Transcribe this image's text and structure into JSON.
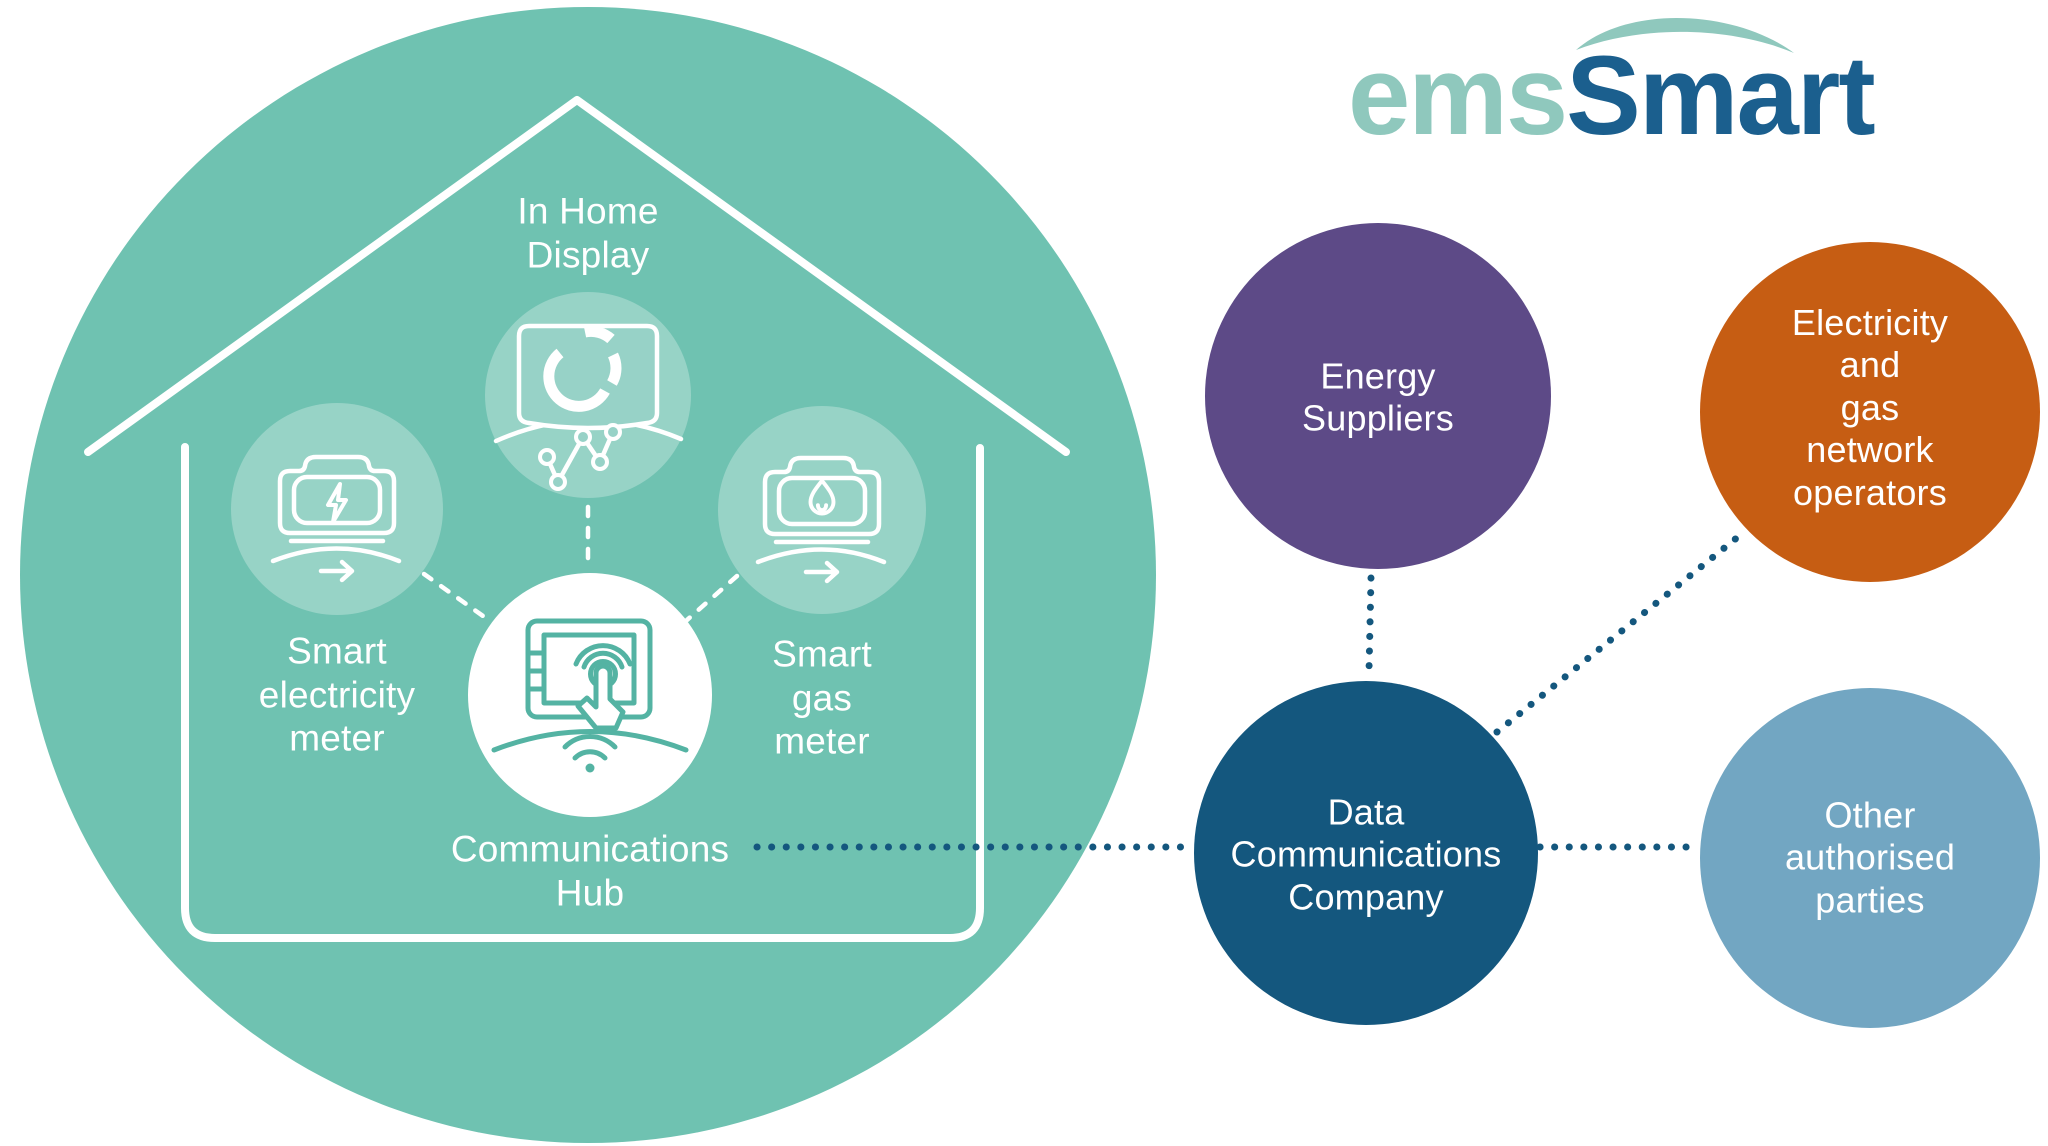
{
  "logo": {
    "prefix": "ems",
    "suffix": "Smart"
  },
  "house": {
    "in_home_display": [
      "In Home",
      "Display"
    ],
    "smart_electricity_meter": [
      "Smart",
      "electricity",
      "meter"
    ],
    "smart_gas_meter": [
      "Smart",
      "gas",
      "meter"
    ],
    "communications_hub": [
      "Communications",
      "Hub"
    ]
  },
  "parties": {
    "energy_suppliers": [
      "Energy",
      "Suppliers"
    ],
    "network_operators": [
      "Electricity and",
      "gas network",
      "operators"
    ],
    "data_communications_company": [
      "Data",
      "Communications",
      "Company"
    ],
    "other_authorised_parties": [
      "Other",
      "authorised",
      "parties"
    ]
  },
  "icons": {
    "in_home_display": "display-with-donut-chart-and-line-graph-icon",
    "smart_electricity_meter": "electricity-meter-lightning-icon",
    "smart_gas_meter": "gas-meter-flame-icon",
    "communications_hub": "touchscreen-tablet-wifi-icon",
    "logo_swoosh": "swoosh-arc-icon"
  },
  "colors": {
    "home_circle_teal": "#6fc2b1",
    "inner_circle_teal": "#97d2c7",
    "hub_icon_teal": "#54b3a3",
    "energy_suppliers_purple": "#5d4a87",
    "network_operators_orange": "#c65d13",
    "dcc_blue": "#14577e",
    "other_parties_blue": "#72a6c2",
    "connector_blue": "#14577e",
    "logo_teal": "#8fc8bd",
    "logo_blue": "#1b5f8e",
    "icon_stroke_white": "#ffffff"
  }
}
